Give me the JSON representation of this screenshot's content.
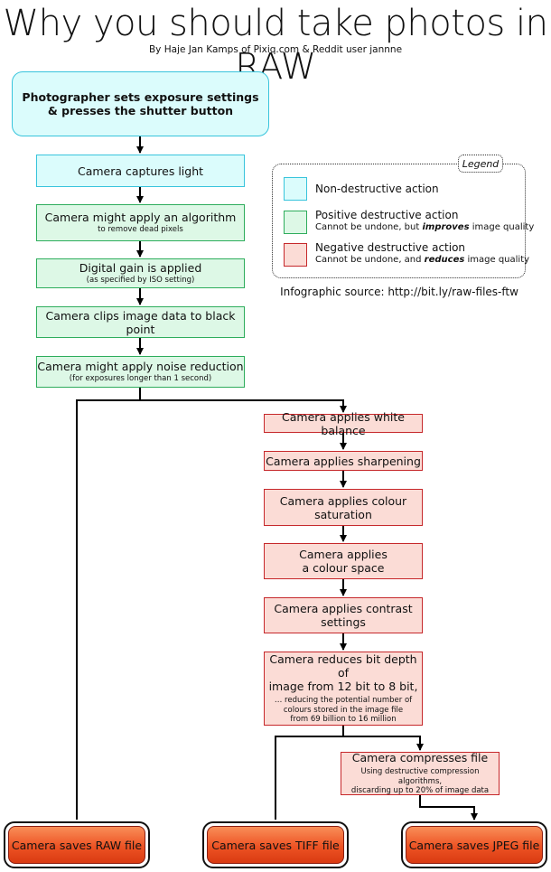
{
  "header": {
    "title": "Why you should take photos in RAW",
    "byline": "By Haje Jan Kamps of Pixiq.com & Reddit user jannne"
  },
  "flow": {
    "start": {
      "line1": "Photographer sets exposure settings",
      "line2": "& presses the shutter button"
    },
    "capture": "Camera captures light",
    "algorithm": {
      "main": "Camera might apply an algorithm",
      "sub": "to remove dead pixels"
    },
    "gain": {
      "main": "Digital gain is applied",
      "sub": "(as specified by ISO setting)"
    },
    "clip": "Camera clips image data to black point",
    "noise": {
      "main": "Camera might apply noise reduction",
      "sub": "(for exposures longer than 1 second)"
    },
    "white_balance": "Camera applies white balance",
    "sharpening": "Camera applies sharpening",
    "saturation": {
      "line1": "Camera applies colour",
      "line2": "saturation"
    },
    "colour_space": {
      "line1": "Camera applies",
      "line2": "a colour space"
    },
    "contrast": {
      "line1": "Camera applies contrast",
      "line2": "settings"
    },
    "bit_depth": {
      "line1": "Camera reduces bit depth of",
      "line2": "image from 12 bit to 8 bit,",
      "sub1": "… reducing the potential number of",
      "sub2": "colours stored in the image file",
      "sub3": "from 69 billion to 16 million"
    },
    "compress": {
      "main": "Camera compresses file",
      "sub1": "Using destructive compression algorithms,",
      "sub2": "discarding up to 20% of image data"
    },
    "save_raw": "Camera saves RAW file",
    "save_tiff": "Camera saves TIFF file",
    "save_jpeg": "Camera saves JPEG file"
  },
  "legend": {
    "tag": "Legend",
    "items": [
      {
        "title": "Non-destructive action",
        "sub_pre": "",
        "sub_em": "",
        "sub_post": ""
      },
      {
        "title": "Positive destructive action",
        "sub_pre": "Cannot be undone, but ",
        "sub_em": "improves",
        "sub_post": " image quality"
      },
      {
        "title": "Negative destructive action",
        "sub_pre": "Cannot be undone, and ",
        "sub_em": "reduces",
        "sub_post": " image quality"
      }
    ]
  },
  "source": "Infographic source: http://bit.ly/raw-files-ftw",
  "colors": {
    "non_destructive": "#dbfcfc",
    "positive_destructive": "#ddf8e6",
    "negative_destructive": "#fbdcd6",
    "final_output": "#ed5324"
  }
}
